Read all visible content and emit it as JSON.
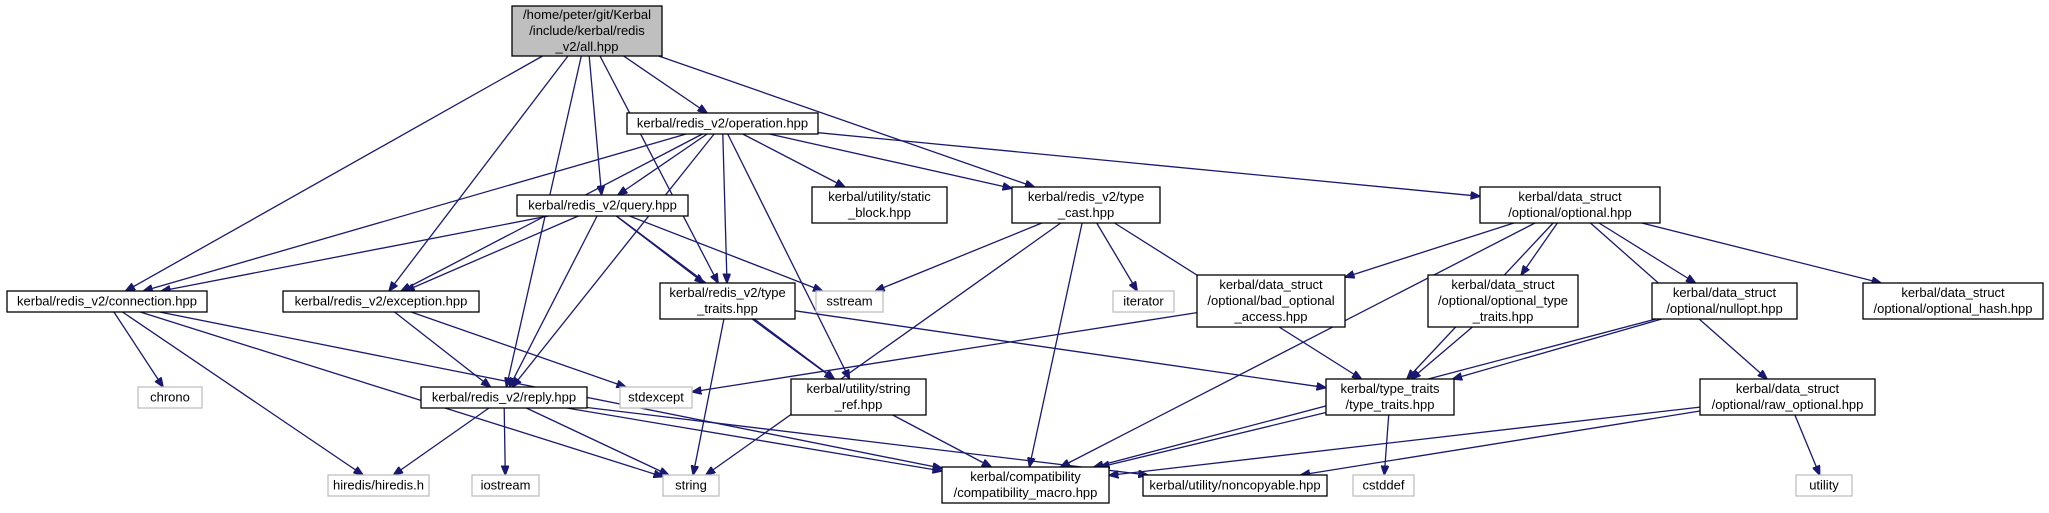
{
  "colors": {
    "edge": "#191970",
    "border": "#000000",
    "text": "#000000",
    "root_fill": "#bfbfbf",
    "external_border": "#bfbfbf"
  },
  "nodes": [
    {
      "id": "all",
      "lines": [
        "/home/peter/git/Kerbal",
        "/include/kerbal/redis",
        "_v2/all.hpp"
      ],
      "kind": "root"
    },
    {
      "id": "operation",
      "lines": [
        "kerbal/redis_v2/operation.hpp"
      ],
      "kind": "header"
    },
    {
      "id": "query",
      "lines": [
        "kerbal/redis_v2/query.hpp"
      ],
      "kind": "header"
    },
    {
      "id": "static_block",
      "lines": [
        "kerbal/utility/static",
        "_block.hpp"
      ],
      "kind": "header"
    },
    {
      "id": "type_cast",
      "lines": [
        "kerbal/redis_v2/type",
        "_cast.hpp"
      ],
      "kind": "header"
    },
    {
      "id": "opt_optional",
      "lines": [
        "kerbal/data_struct",
        "/optional/optional.hpp"
      ],
      "kind": "header"
    },
    {
      "id": "connection",
      "lines": [
        "kerbal/redis_v2/connection.hpp"
      ],
      "kind": "header"
    },
    {
      "id": "exception",
      "lines": [
        "kerbal/redis_v2/exception.hpp"
      ],
      "kind": "header"
    },
    {
      "id": "rv2_type_traits",
      "lines": [
        "kerbal/redis_v2/type",
        "_traits.hpp"
      ],
      "kind": "header"
    },
    {
      "id": "sstream",
      "lines": [
        "sstream"
      ],
      "kind": "external"
    },
    {
      "id": "iterator",
      "lines": [
        "iterator"
      ],
      "kind": "external"
    },
    {
      "id": "bad_opt",
      "lines": [
        "kerbal/data_struct",
        "/optional/bad_optional",
        "_access.hpp"
      ],
      "kind": "header"
    },
    {
      "id": "opt_type_traits",
      "lines": [
        "kerbal/data_struct",
        "/optional/optional_type",
        "_traits.hpp"
      ],
      "kind": "header"
    },
    {
      "id": "nullopt",
      "lines": [
        "kerbal/data_struct",
        "/optional/nullopt.hpp"
      ],
      "kind": "header"
    },
    {
      "id": "opt_hash",
      "lines": [
        "kerbal/data_struct",
        "/optional/optional_hash.hpp"
      ],
      "kind": "header"
    },
    {
      "id": "chrono",
      "lines": [
        "chrono"
      ],
      "kind": "external"
    },
    {
      "id": "stdexcept",
      "lines": [
        "stdexcept"
      ],
      "kind": "external"
    },
    {
      "id": "reply",
      "lines": [
        "kerbal/redis_v2/reply.hpp"
      ],
      "kind": "header"
    },
    {
      "id": "string_ref",
      "lines": [
        "kerbal/utility/string",
        "_ref.hpp"
      ],
      "kind": "header"
    },
    {
      "id": "tt_type_traits",
      "lines": [
        "kerbal/type_traits",
        "/type_traits.hpp"
      ],
      "kind": "header"
    },
    {
      "id": "raw_optional",
      "lines": [
        "kerbal/data_struct",
        "/optional/raw_optional.hpp"
      ],
      "kind": "header"
    },
    {
      "id": "hiredis",
      "lines": [
        "hiredis/hiredis.h"
      ],
      "kind": "external"
    },
    {
      "id": "iostream",
      "lines": [
        "iostream"
      ],
      "kind": "external"
    },
    {
      "id": "string",
      "lines": [
        "string"
      ],
      "kind": "external"
    },
    {
      "id": "compat_macro",
      "lines": [
        "kerbal/compatibility",
        "/compatibility_macro.hpp"
      ],
      "kind": "header"
    },
    {
      "id": "noncopyable",
      "lines": [
        "kerbal/utility/noncopyable.hpp"
      ],
      "kind": "header"
    },
    {
      "id": "cstddef",
      "lines": [
        "cstddef"
      ],
      "kind": "external"
    },
    {
      "id": "utility",
      "lines": [
        "utility"
      ],
      "kind": "external"
    }
  ],
  "edges": [
    [
      "all",
      "operation"
    ],
    [
      "all",
      "query"
    ],
    [
      "all",
      "type_cast"
    ],
    [
      "all",
      "connection"
    ],
    [
      "all",
      "exception"
    ],
    [
      "all",
      "rv2_type_traits"
    ],
    [
      "all",
      "reply"
    ],
    [
      "operation",
      "query"
    ],
    [
      "operation",
      "static_block"
    ],
    [
      "operation",
      "type_cast"
    ],
    [
      "operation",
      "opt_optional"
    ],
    [
      "operation",
      "connection"
    ],
    [
      "operation",
      "exception"
    ],
    [
      "operation",
      "rv2_type_traits"
    ],
    [
      "operation",
      "reply"
    ],
    [
      "operation",
      "string_ref"
    ],
    [
      "query",
      "connection"
    ],
    [
      "query",
      "exception"
    ],
    [
      "query",
      "rv2_type_traits"
    ],
    [
      "query",
      "sstream"
    ],
    [
      "query",
      "reply"
    ],
    [
      "query",
      "string_ref"
    ],
    [
      "type_cast",
      "sstream"
    ],
    [
      "type_cast",
      "iterator"
    ],
    [
      "type_cast",
      "tt_type_traits"
    ],
    [
      "type_cast",
      "string"
    ],
    [
      "type_cast",
      "compat_macro"
    ],
    [
      "opt_optional",
      "bad_opt"
    ],
    [
      "opt_optional",
      "opt_type_traits"
    ],
    [
      "opt_optional",
      "nullopt"
    ],
    [
      "opt_optional",
      "opt_hash"
    ],
    [
      "opt_optional",
      "raw_optional"
    ],
    [
      "opt_optional",
      "tt_type_traits"
    ],
    [
      "opt_optional",
      "compat_macro"
    ],
    [
      "connection",
      "chrono"
    ],
    [
      "connection",
      "hiredis"
    ],
    [
      "connection",
      "string"
    ],
    [
      "connection",
      "compat_macro"
    ],
    [
      "exception",
      "reply"
    ],
    [
      "exception",
      "stdexcept"
    ],
    [
      "rv2_type_traits",
      "string_ref"
    ],
    [
      "rv2_type_traits",
      "tt_type_traits"
    ],
    [
      "rv2_type_traits",
      "string"
    ],
    [
      "bad_opt",
      "stdexcept"
    ],
    [
      "opt_type_traits",
      "tt_type_traits"
    ],
    [
      "nullopt",
      "tt_type_traits"
    ],
    [
      "nullopt",
      "compat_macro"
    ],
    [
      "reply",
      "hiredis"
    ],
    [
      "reply",
      "iostream"
    ],
    [
      "reply",
      "string"
    ],
    [
      "reply",
      "compat_macro"
    ],
    [
      "reply",
      "noncopyable"
    ],
    [
      "string_ref",
      "compat_macro"
    ],
    [
      "tt_type_traits",
      "compat_macro"
    ],
    [
      "tt_type_traits",
      "cstddef"
    ],
    [
      "raw_optional",
      "compat_macro"
    ],
    [
      "raw_optional",
      "noncopyable"
    ],
    [
      "raw_optional",
      "utility"
    ]
  ]
}
